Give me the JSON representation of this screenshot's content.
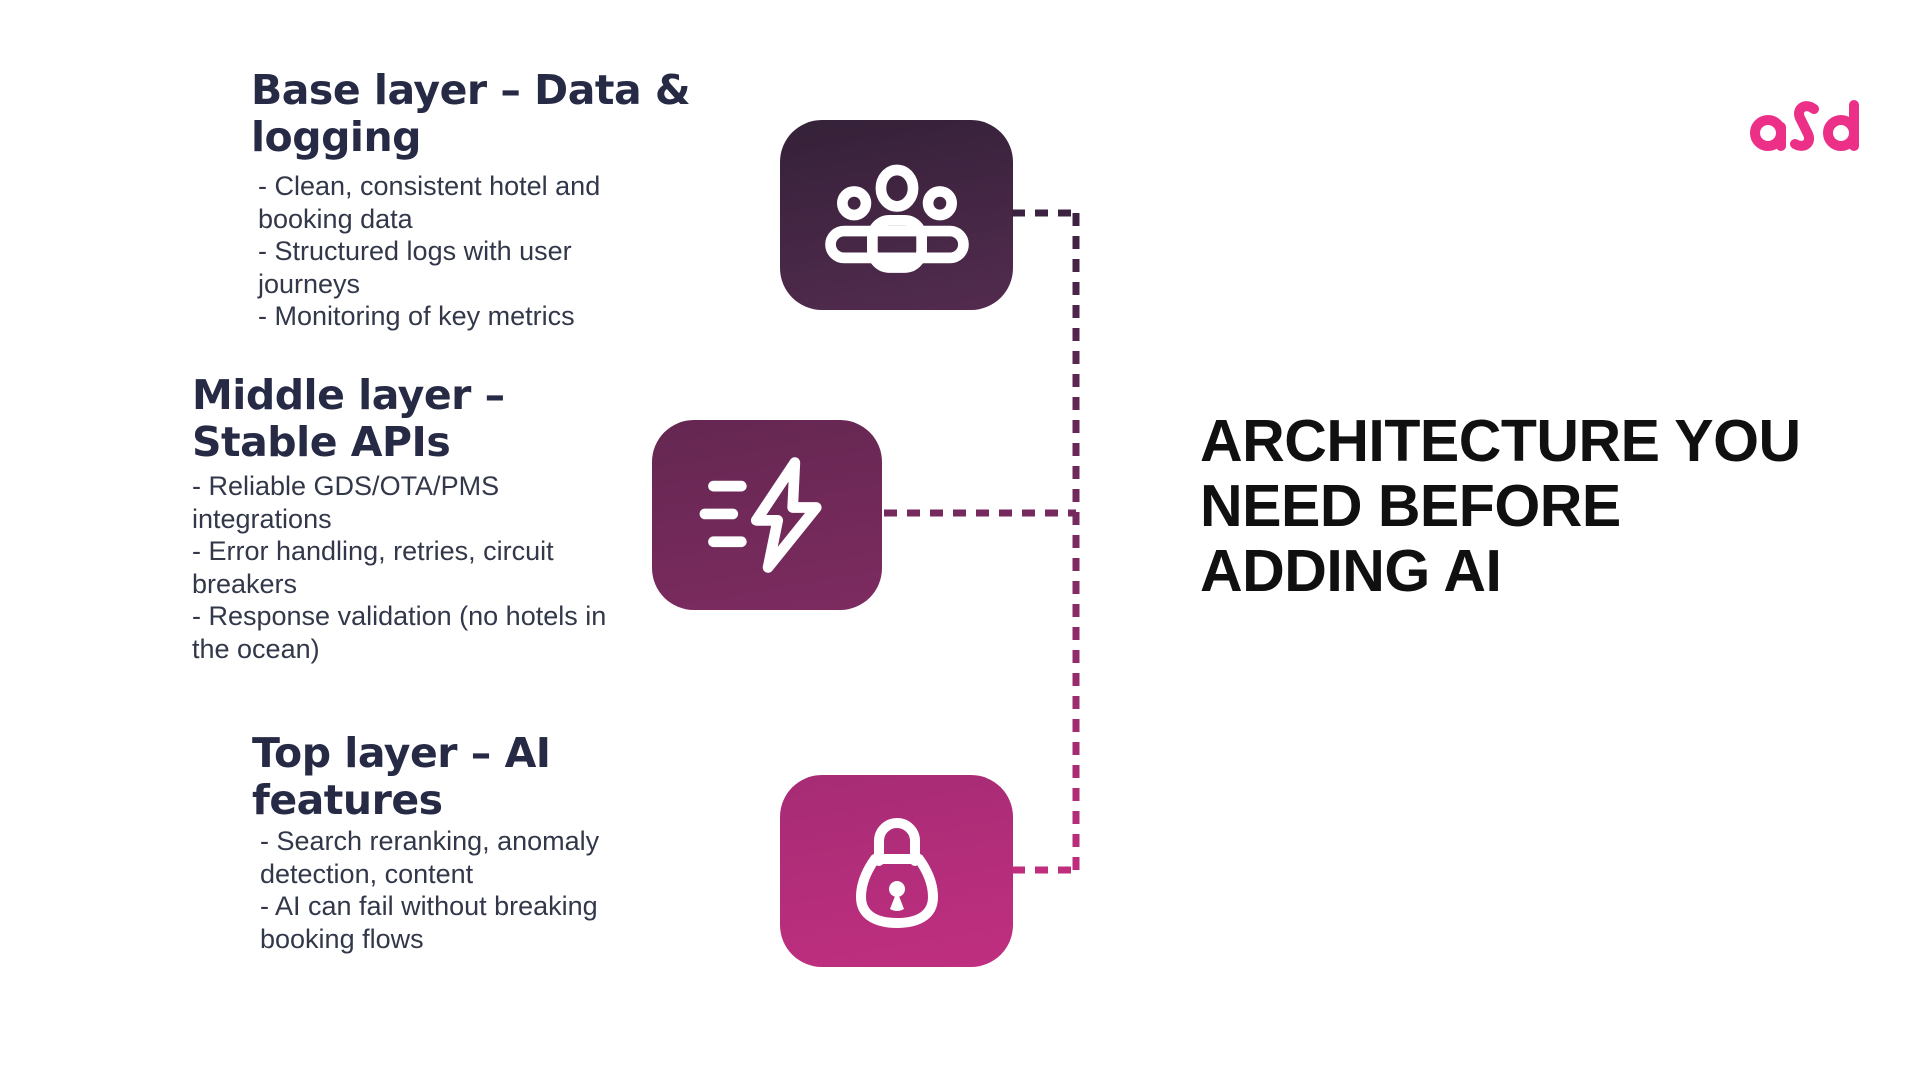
{
  "logo": {
    "text": "asd",
    "color": "#ec2f87"
  },
  "title": {
    "lines": [
      "ARCHITECTURE YOU",
      "NEED BEFORE",
      "ADDING AI"
    ],
    "color": "#101010"
  },
  "layers": [
    {
      "id": "base",
      "heading_lines": [
        "Base layer – Data &",
        "logging"
      ],
      "bullets": [
        "- Clean, consistent hotel and booking data",
        "- Structured logs with user journeys",
        "- Monitoring of key metrics"
      ],
      "icon": "team-icon",
      "card_colors": {
        "top": "#342138",
        "bottom": "#532b4f"
      }
    },
    {
      "id": "middle",
      "heading_lines": [
        "Middle layer –",
        "Stable APIs"
      ],
      "bullets": [
        "- Reliable GDS/OTA/PMS integrations",
        "- Error handling, retries, circuit breakers",
        "- Response validation (no hotels in the ocean)"
      ],
      "icon": "speed-bolt-icon",
      "card_colors": {
        "top": "#642751",
        "bottom": "#7d2b60"
      }
    },
    {
      "id": "top",
      "heading_lines": [
        "Top layer – AI",
        "features"
      ],
      "bullets": [
        "- Search reranking, anomaly detection, content",
        "- AI can fail without breaking booking flows"
      ],
      "icon": "lock-icon",
      "card_colors": {
        "top": "#a62c74",
        "bottom": "#c02e80"
      }
    }
  ],
  "connector_colors": {
    "top": "#3a2240",
    "middle": "#7b2a60",
    "bottom": "#c22e7e"
  },
  "text_colors": {
    "heading": "#262a45",
    "body": "#323849"
  }
}
